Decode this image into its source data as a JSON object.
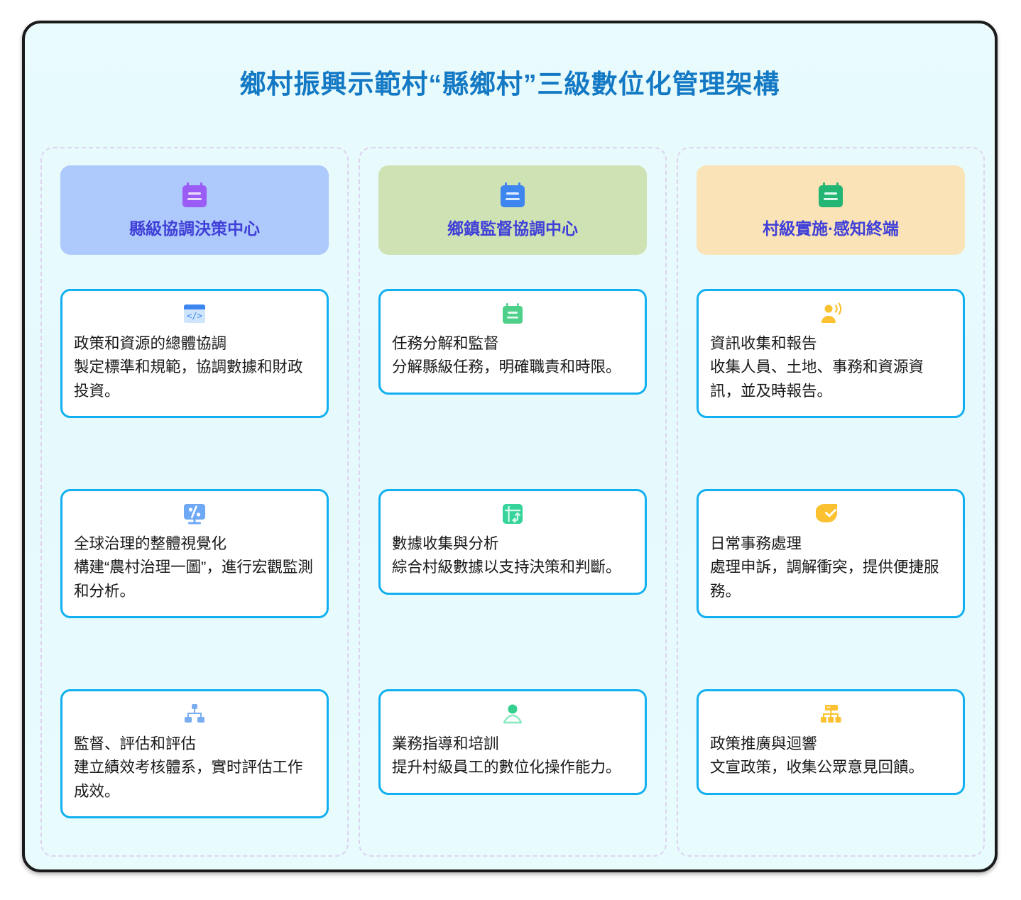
{
  "page": {
    "title": "鄉村振興示範村“縣鄉村”三級數位化管理架構",
    "accent_color": "#1479c4",
    "card_border_color": "#12b0f0",
    "frame_border_color": "#1b1b1b",
    "background_color": "#e8fbfd",
    "dashed_border_color": "#ddd3f0"
  },
  "columns": [
    {
      "header": {
        "label": "縣級協調決策中心",
        "icon": "calendar-icon",
        "icon_color": "#9b5cf6",
        "background_color": "#aec9fb",
        "label_color": "#4040d8"
      },
      "cards": [
        {
          "icon": "code-window-icon",
          "icon_color": "#4a9af5",
          "text": "政策和資源的總體協調\n製定標準和規範，協調數據和財政投資。"
        },
        {
          "icon": "monitor-percent-icon",
          "icon_color": "#6fa8f5",
          "text": "全球治理的整體視覺化\n構建“農村治理一圖”，進行宏觀監測和分析。"
        },
        {
          "icon": "sitemap-icon",
          "icon_color": "#7aadf0",
          "text": "監督、評估和評估\n建立績效考核體系，實时評估工作成效。"
        }
      ]
    },
    {
      "header": {
        "label": "鄉鎮監督協調中心",
        "icon": "calendar-icon",
        "icon_color": "#3d86f0",
        "background_color": "#cfe2b4",
        "label_color": "#4040d8"
      },
      "cards": [
        {
          "icon": "calendar-icon",
          "icon_color": "#4ed08a",
          "text": "任務分解和監督\n分解縣級任務，明確職責和時限。"
        },
        {
          "icon": "transform-grid-icon",
          "icon_color": "#36d39a",
          "text": "數據收集與分析\n綜合村級數據以支持決策和判斷。"
        },
        {
          "icon": "person-icon",
          "icon_color": "#35cf8d",
          "text": "業務指導和培訓\n提升村級員工的數位化操作能力。"
        }
      ]
    },
    {
      "header": {
        "label": "村級實施·感知終端",
        "icon": "calendar-icon",
        "icon_color": "#23b573",
        "background_color": "#fae3b6",
        "label_color": "#4040d8"
      },
      "cards": [
        {
          "icon": "person-broadcast-icon",
          "icon_color": "#fbc130",
          "text": "資訊收集和報告\n收集人員、土地、事務和資源資訊，並及時報告。"
        },
        {
          "icon": "check-circle-icon",
          "icon_color": "#fbc130",
          "text": "日常事務處理\n處理申訴，調解衝突，提供便捷服務。"
        },
        {
          "icon": "org-chart-icon",
          "icon_color": "#fbc130",
          "text": "政策推廣與迴響\n文宣政策，收集公眾意見回饋。"
        }
      ]
    }
  ]
}
